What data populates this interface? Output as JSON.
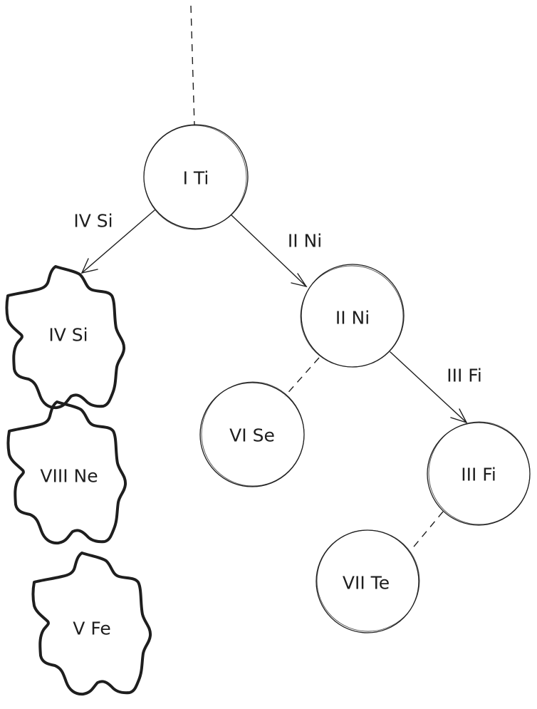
{
  "diagram": {
    "stroke_color": "#1e1e1e",
    "background": "#ffffff",
    "root_connector": {
      "style": "dashed",
      "to": "node-i-ti"
    },
    "nodes": [
      {
        "id": "node-i-ti",
        "label": "I Ti",
        "shape": "circle"
      },
      {
        "id": "node-ii-ni",
        "label": "II Ni",
        "shape": "circle"
      },
      {
        "id": "node-vi-se",
        "label": "VI Se",
        "shape": "circle"
      },
      {
        "id": "node-iii-fi",
        "label": "III Fi",
        "shape": "circle"
      },
      {
        "id": "node-vii-te",
        "label": "VII Te",
        "shape": "circle"
      },
      {
        "id": "node-iv-si",
        "label": "IV Si",
        "shape": "blob"
      },
      {
        "id": "node-viii-ne",
        "label": "VIII Ne",
        "shape": "blob"
      },
      {
        "id": "node-v-fe",
        "label": "V Fe",
        "shape": "blob"
      }
    ],
    "edges": [
      {
        "from": "I Ti",
        "to": "IV Si",
        "style": "arrow",
        "label": "IV Si"
      },
      {
        "from": "I Ti",
        "to": "II Ni",
        "style": "arrow",
        "label": "II Ni"
      },
      {
        "from": "II Ni",
        "to": "VI Se",
        "style": "dashed",
        "label": ""
      },
      {
        "from": "II Ni",
        "to": "III Fi",
        "style": "arrow",
        "label": "III Fi"
      },
      {
        "from": "III Fi",
        "to": "VII Te",
        "style": "dashed",
        "label": ""
      }
    ]
  }
}
